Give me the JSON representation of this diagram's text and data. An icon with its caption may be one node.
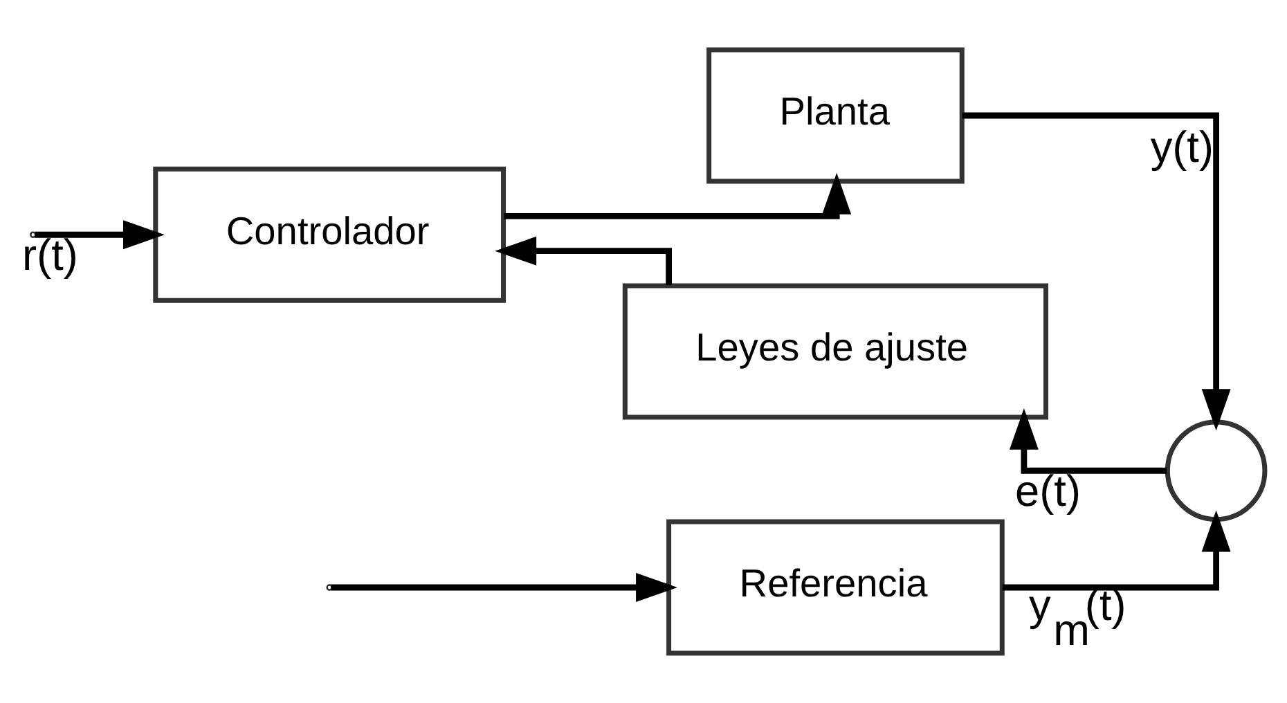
{
  "diagram": {
    "nodes": [
      {
        "text": [
          "Referencia"
        ]
      },
      {
        "text": [
          "Controlador"
        ]
      },
      {
        "text": [
          "Planta"
        ]
      },
      {
        "text": [],
        "shape": "circle"
      },
      {
        "text": [
          "Leyes de ajuste"
        ]
      }
    ],
    "edges": [
      {
        "from": null,
        "to": 1,
        "arrow": "to",
        "label": "r(t)"
      },
      {
        "from": null,
        "to": 0,
        "arrow": "to"
      },
      {
        "from": 1,
        "to": 2,
        "arrow": "to"
      },
      {
        "from": 2,
        "to": 3,
        "arrow": "to",
        "label": "y(t)"
      },
      {
        "from": 0,
        "to": 3,
        "arrow": "to",
        "label": "y$_{m}$(t)"
      },
      {
        "from": 3,
        "to": 4,
        "arrow": "to",
        "label": "e(t)"
      },
      {
        "from": 4,
        "to": 1,
        "arrow": "to"
      }
    ]
  }
}
